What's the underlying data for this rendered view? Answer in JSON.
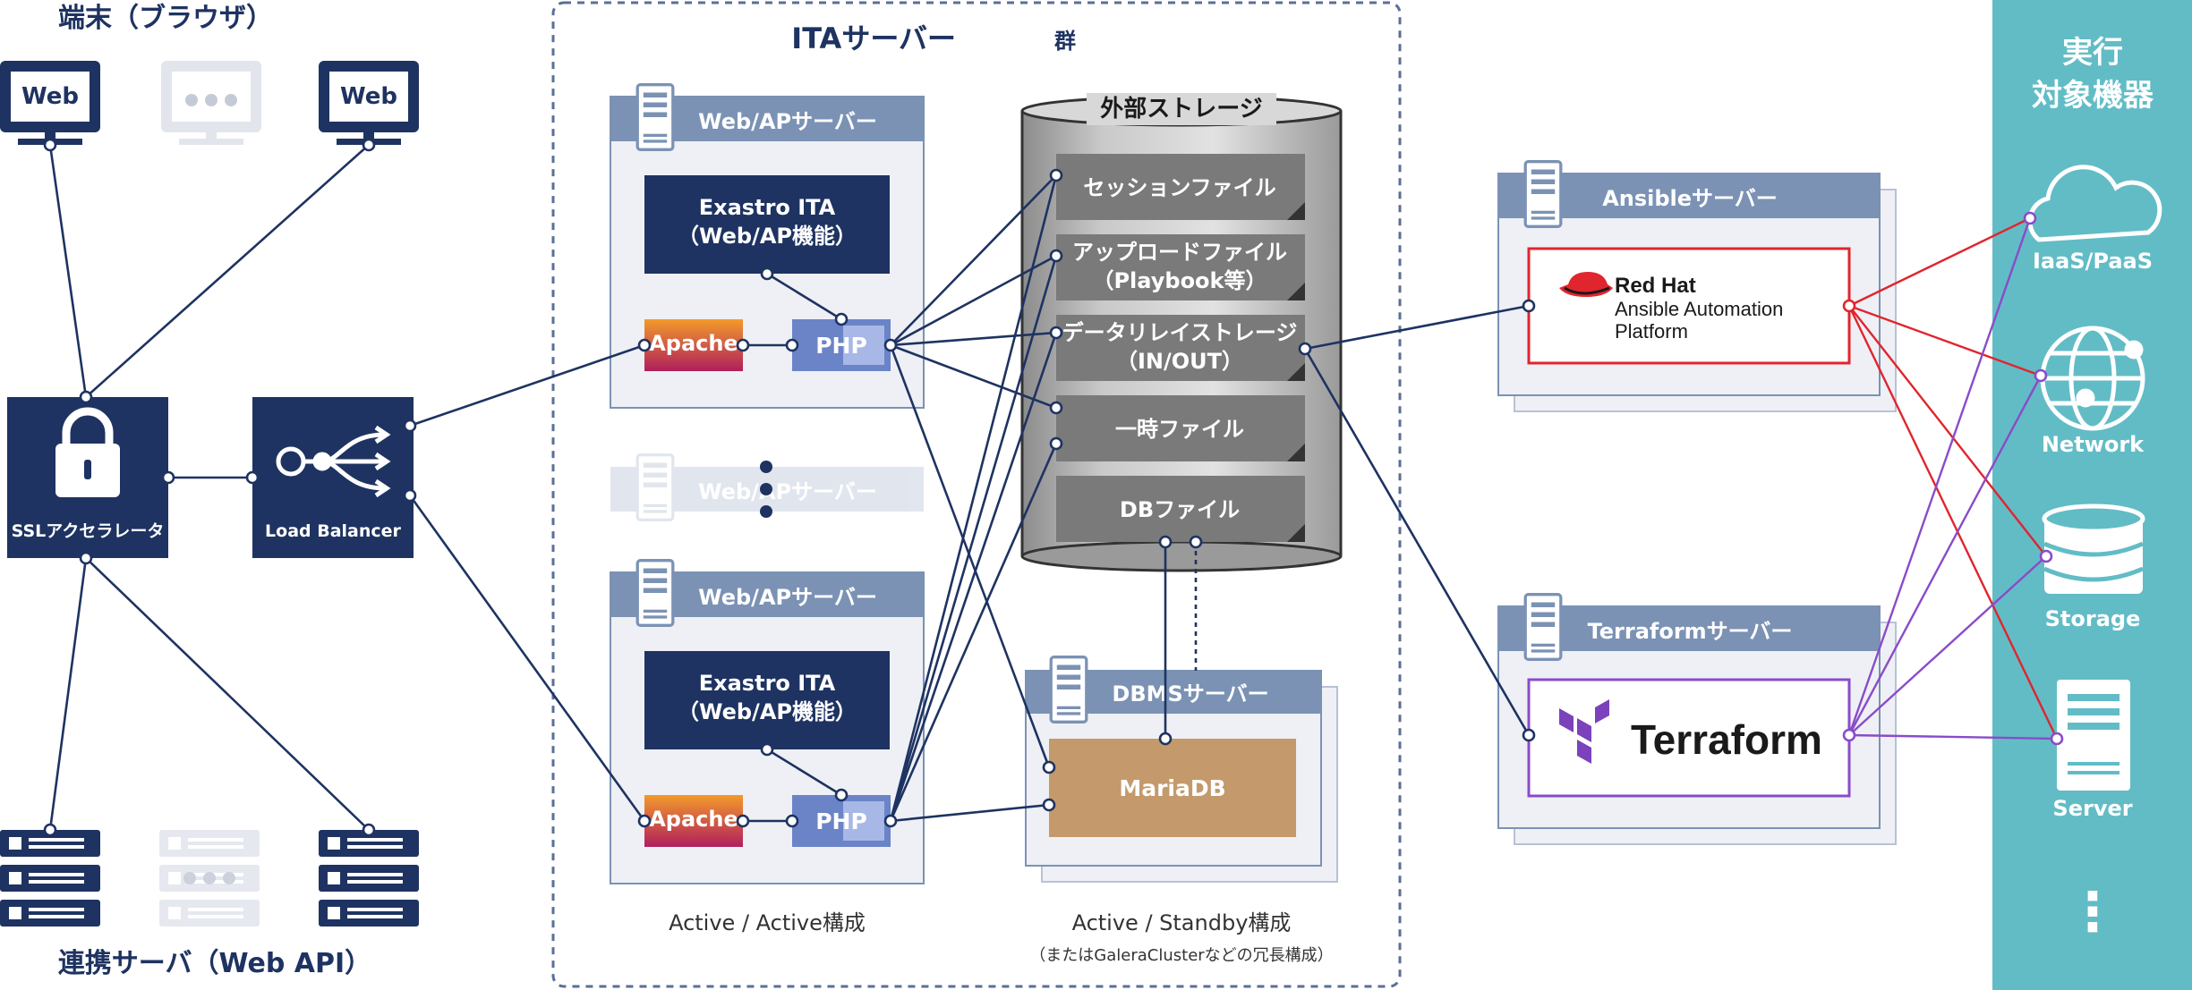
{
  "terminals": {
    "title": "端末（ブラウザ）",
    "monitor_label": "Web"
  },
  "ssl": {
    "label": "SSLアクセラレータ"
  },
  "lb": {
    "label": "Load Balancer"
  },
  "api_servers": {
    "title": "連携サーバ（Web API）"
  },
  "ita_group": {
    "title": "ITAサーバー",
    "title_suffix": "群",
    "webap_title": "Web/APサーバー",
    "exastro_line1": "Exastro ITA",
    "exastro_line2": "（Web/AP機能）",
    "apache": "Apache",
    "php": "PHP",
    "caption_active": "Active / Active構成",
    "caption_standby": "Active / Standby構成",
    "caption_standby_note": "（またはGaleraClusterなどの冗長構成）"
  },
  "storage": {
    "title": "外部ストレージ",
    "items": [
      {
        "line1": "セッションファイル",
        "line2": ""
      },
      {
        "line1": "アップロードファイル",
        "line2": "（Playbook等）"
      },
      {
        "line1": "データリレイストレージ",
        "line2": "（IN/OUT）"
      },
      {
        "line1": "一時ファイル",
        "line2": ""
      },
      {
        "line1": "DBファイル",
        "line2": ""
      }
    ]
  },
  "dbms": {
    "title": "DBMSサーバー",
    "db": "MariaDB"
  },
  "ansible": {
    "title": "Ansibleサーバー",
    "brand": "Red Hat",
    "product_line1": "Ansible Automation",
    "product_line2": "Platform"
  },
  "terraform": {
    "title": "Terraformサーバー",
    "product": "Terraform"
  },
  "targets": {
    "title_line1": "実行",
    "title_line2": "対象機器",
    "items": [
      "IaaS/PaaS",
      "Network",
      "Storage",
      "Server"
    ],
    "more": "⋮"
  },
  "colors": {
    "navy": "#1e3361",
    "target_panel": "#62bcc6",
    "server_header": "#7b92b4",
    "apache_top": "#f39a2b",
    "apache_bottom": "#b01f5c",
    "php": "#6b84c8",
    "storage_gray": "#7a7a7a",
    "mariadb": "#c49a6c",
    "red_link": "#e0252e",
    "purple_link": "#8a4bc9"
  }
}
